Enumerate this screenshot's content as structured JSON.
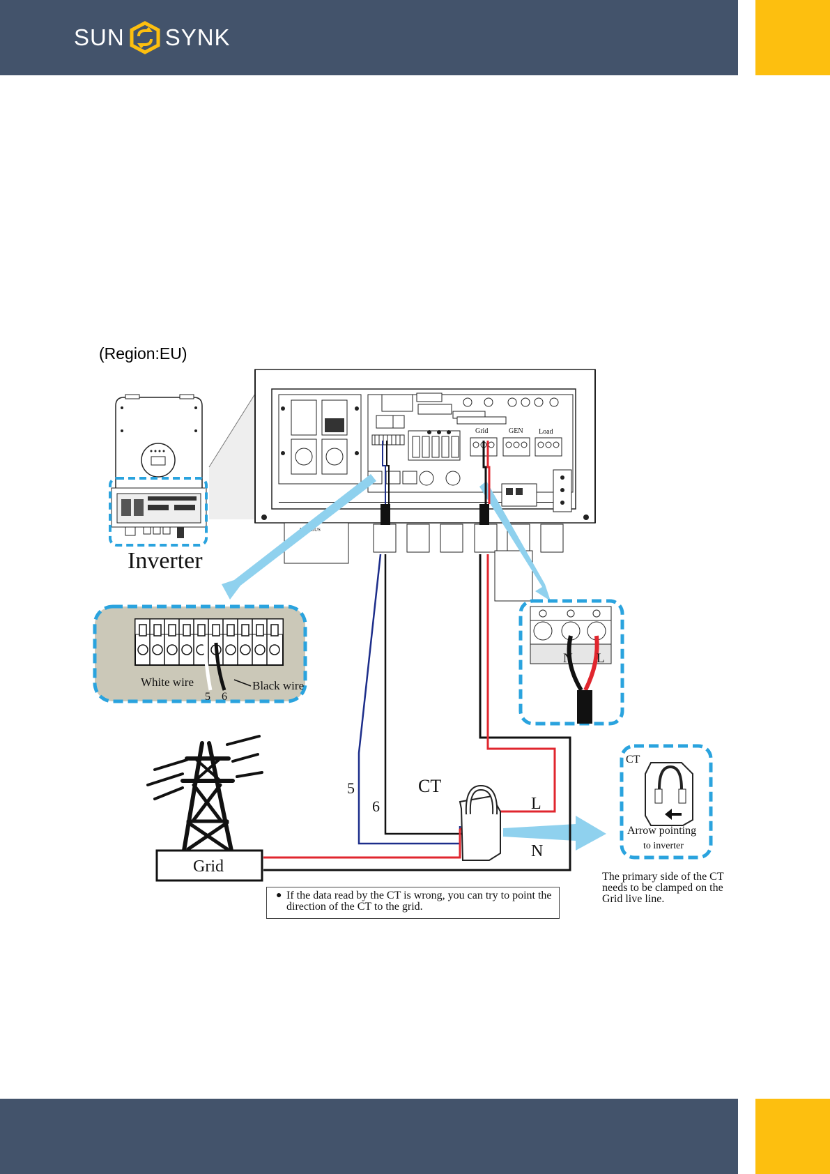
{
  "header": {
    "brand_left": "SUN",
    "brand_right": "SYNK",
    "colors": {
      "bar": "#43536b",
      "accent": "#fdbf0f"
    }
  },
  "region_label": "(Region:EU)",
  "labels": {
    "inverter": "Inverter",
    "grid": "Grid",
    "ct": "CT",
    "wire_5": "5",
    "wire_6": "6",
    "line_l": "L",
    "line_n": "N",
    "white_wire": "White wire",
    "black_wire": "Black wire",
    "terminal_5": "5",
    "terminal_6": "6",
    "grid_terminal": "Grid",
    "gen_terminal": "GEN",
    "load_terminal": "Load",
    "n_terminal": "N",
    "l_terminal": "L",
    "ct_detail_title": "CT",
    "arrow_pointing": "Arrow pointing",
    "to_inverter": "to inverter",
    "gland_label": "MODBUS"
  },
  "note": "If the data read by the CT is wrong, you can try to point the direction of the CT to the grid.",
  "ct_caption": "The primary side of the CT needs to be clamped on the Grid live line.",
  "icons": [
    "logo-hexagon-icon",
    "transmission-tower-icon",
    "ct-clamp-icon",
    "inverter-icon"
  ]
}
